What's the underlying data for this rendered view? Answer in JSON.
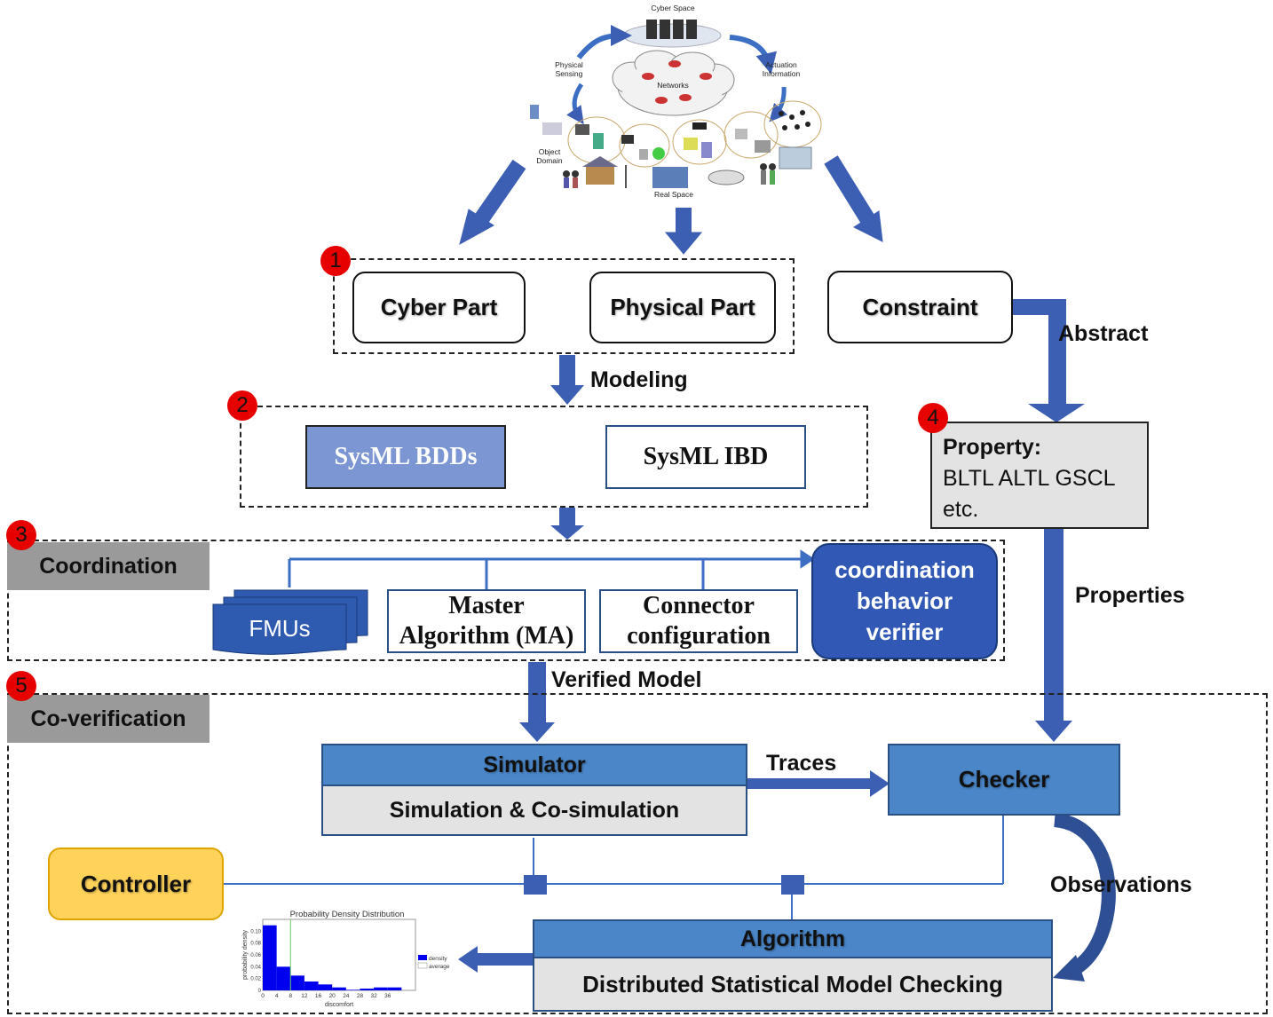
{
  "illustration": {
    "cyber_space": "Cyber Space",
    "networks": "Networks",
    "physical_sensing": "Physical Sensing",
    "actuation_information": "Actuation Information",
    "object_domain": "Object Domain",
    "real_space": "Real Space"
  },
  "row1": {
    "number": "1",
    "cyber_part": "Cyber Part",
    "physical_part": "Physical Part",
    "constraint": "Constraint",
    "abstract_label": "Abstract",
    "modeling_label": "Modeling"
  },
  "row2": {
    "number": "2",
    "sysml_bdds": "SysML BDDs",
    "sysml_ibd": "SysML IBD"
  },
  "property": {
    "number": "4",
    "title": "Property:",
    "line1": "BLTL ALTL GSCL",
    "line2": "etc.",
    "properties_label": "Properties"
  },
  "coordination": {
    "number": "3",
    "tag": "Coordination",
    "fmus": "FMUs",
    "master_line1": "Master",
    "master_line2": "Algorithm (MA)",
    "connector_line1": "Connector",
    "connector_line2": "configuration",
    "verifier_line1": "coordination",
    "verifier_line2": "behavior",
    "verifier_line3": "verifier",
    "verified_model_label": "Verified Model"
  },
  "coverification": {
    "number": "5",
    "tag": "Co-verification",
    "simulator": "Simulator",
    "simulation": "Simulation & Co-simulation",
    "traces_label": "Traces",
    "checker": "Checker",
    "observations_label": "Observations",
    "controller": "Controller",
    "algorithm": "Algorithm",
    "dsmc": "Distributed Statistical Model Checking"
  },
  "colors": {
    "accent_blue": "#3c5fb4",
    "bar_blue": "#4a86c8",
    "controller_fill": "#ffd25a",
    "marker_red": "#e60000",
    "tag_grey": "#9a9a9a"
  },
  "chart_data": {
    "type": "bar",
    "title": "Probability Density Distribution",
    "xlabel": "discomfort",
    "ylabel": "probability density",
    "categories": [
      "0",
      "4",
      "8",
      "12",
      "16",
      "20",
      "24",
      "28",
      "32",
      "36"
    ],
    "bins": [
      0,
      4,
      8,
      12,
      16,
      20,
      24,
      28,
      32,
      36,
      40
    ],
    "values": [
      0.11,
      0.04,
      0.025,
      0.015,
      0.01,
      0.005,
      0.001,
      0.003,
      0.005,
      0.005
    ],
    "average": 8,
    "ylim": [
      0,
      0.12
    ],
    "yticks": [
      "0",
      "0.02",
      "0.04",
      "0.06",
      "0.08",
      "0.10"
    ],
    "legend": [
      "density",
      "average"
    ],
    "legend_position": "right"
  }
}
